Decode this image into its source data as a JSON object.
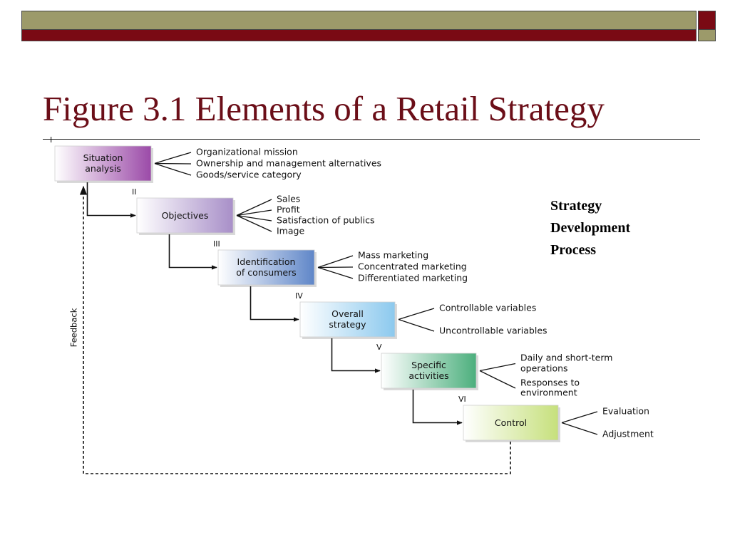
{
  "slide": {
    "title": "Figure 3.1 Elements of a Retail Strategy",
    "caption_lines": [
      "Strategy",
      "Development",
      "Process"
    ]
  },
  "colors": {
    "title": "#6b0e18",
    "bar_olive": "#9c9a6a",
    "bar_red": "#7a0a14"
  },
  "diagram": {
    "feedback_label": "Feedback",
    "steps": [
      {
        "numeral": "I",
        "label": [
          "Situation",
          "analysis"
        ],
        "color": "#9b4aa8",
        "items": [
          "Organizational mission",
          "Ownership and management alternatives",
          "Goods/service category"
        ]
      },
      {
        "numeral": "II",
        "label": [
          "Objectives"
        ],
        "color": "#a88fc8",
        "items": [
          "Sales",
          "Profit",
          "Satisfaction of publics",
          "Image"
        ]
      },
      {
        "numeral": "III",
        "label": [
          "Identification",
          "of consumers"
        ],
        "color": "#5f86c8",
        "items": [
          "Mass marketing",
          "Concentrated marketing",
          "Differentiated marketing"
        ]
      },
      {
        "numeral": "IV",
        "label": [
          "Overall",
          "strategy"
        ],
        "color": "#8cc9ee",
        "items": [
          "Controllable variables",
          "Uncontrollable variables"
        ]
      },
      {
        "numeral": "V",
        "label": [
          "Specific",
          "activities"
        ],
        "color": "#4caf7d",
        "items": [
          [
            "Daily and short-term",
            "operations"
          ],
          [
            "Responses to",
            "environment"
          ]
        ]
      },
      {
        "numeral": "VI",
        "label": [
          "Control"
        ],
        "color": "#c6e07c",
        "items": [
          "Evaluation",
          "Adjustment"
        ]
      }
    ]
  }
}
